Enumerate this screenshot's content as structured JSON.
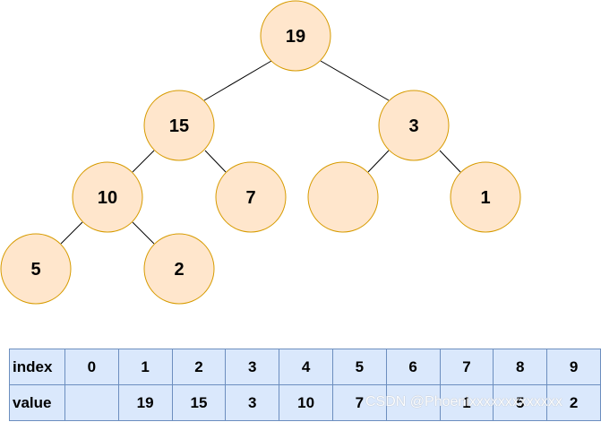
{
  "tree": {
    "nodes": [
      {
        "id": "n1",
        "label": "19"
      },
      {
        "id": "n2",
        "label": "15"
      },
      {
        "id": "n3",
        "label": "3"
      },
      {
        "id": "n4",
        "label": "10"
      },
      {
        "id": "n5",
        "label": "7"
      },
      {
        "id": "n6",
        "label": ""
      },
      {
        "id": "n7",
        "label": "1"
      },
      {
        "id": "n8",
        "label": "5"
      },
      {
        "id": "n9",
        "label": "2"
      }
    ],
    "edges": [
      [
        "n1",
        "n2"
      ],
      [
        "n1",
        "n3"
      ],
      [
        "n2",
        "n4"
      ],
      [
        "n2",
        "n5"
      ],
      [
        "n3",
        "n6"
      ],
      [
        "n3",
        "n7"
      ],
      [
        "n4",
        "n8"
      ],
      [
        "n4",
        "n9"
      ]
    ],
    "colors": {
      "fill": "#ffe6cc",
      "stroke": "#d79b00",
      "edge": "#000000"
    }
  },
  "table": {
    "index_label": "index",
    "value_label": "value",
    "indices": [
      "0",
      "1",
      "2",
      "3",
      "4",
      "5",
      "6",
      "7",
      "8",
      "9"
    ],
    "values": [
      "",
      "19",
      "15",
      "3",
      "10",
      "7",
      "",
      "1",
      "5",
      "2"
    ],
    "colors": {
      "fill": "#dae8fc",
      "stroke": "#6c8ebf"
    }
  },
  "watermark": "CSDN @Phoenixxxxxxxxxxxxx"
}
